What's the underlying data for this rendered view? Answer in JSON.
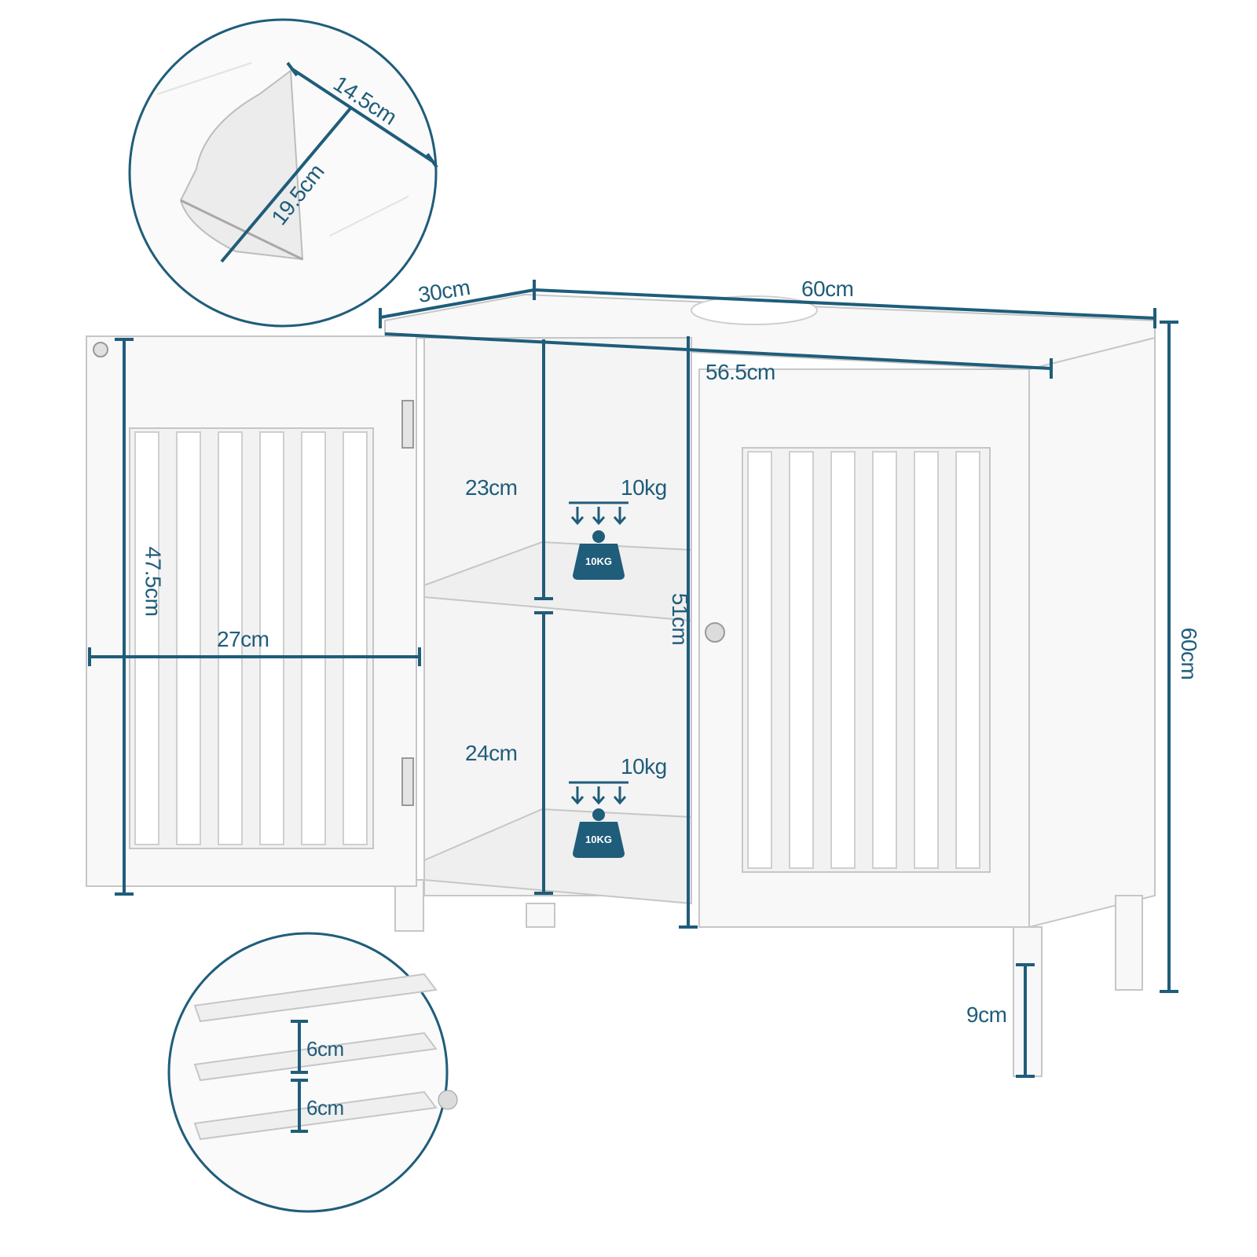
{
  "colors": {
    "accent": "#1f5d7a",
    "wood_line": "#c8c8c8",
    "wood_fill": "#f7f7f7"
  },
  "icons": [
    "weight-10kg-icon",
    "down-arrows-icon"
  ],
  "detail_top": {
    "width": "14.5cm",
    "depth": "19.5cm"
  },
  "cabinet": {
    "depth": "30cm",
    "width": "60cm",
    "inner_width": "56.5cm",
    "height": "60cm",
    "inner_height": "51cm",
    "leg_height": "9cm",
    "door_height": "47.5cm",
    "door_width": "27cm",
    "upper_compartment": "23cm",
    "lower_compartment": "24cm",
    "upper_load": "10kg",
    "lower_load": "10kg",
    "badge_upper": "10KG",
    "badge_lower": "10KG"
  },
  "detail_shelf": {
    "gap_1": "6cm",
    "gap_2": "6cm"
  }
}
